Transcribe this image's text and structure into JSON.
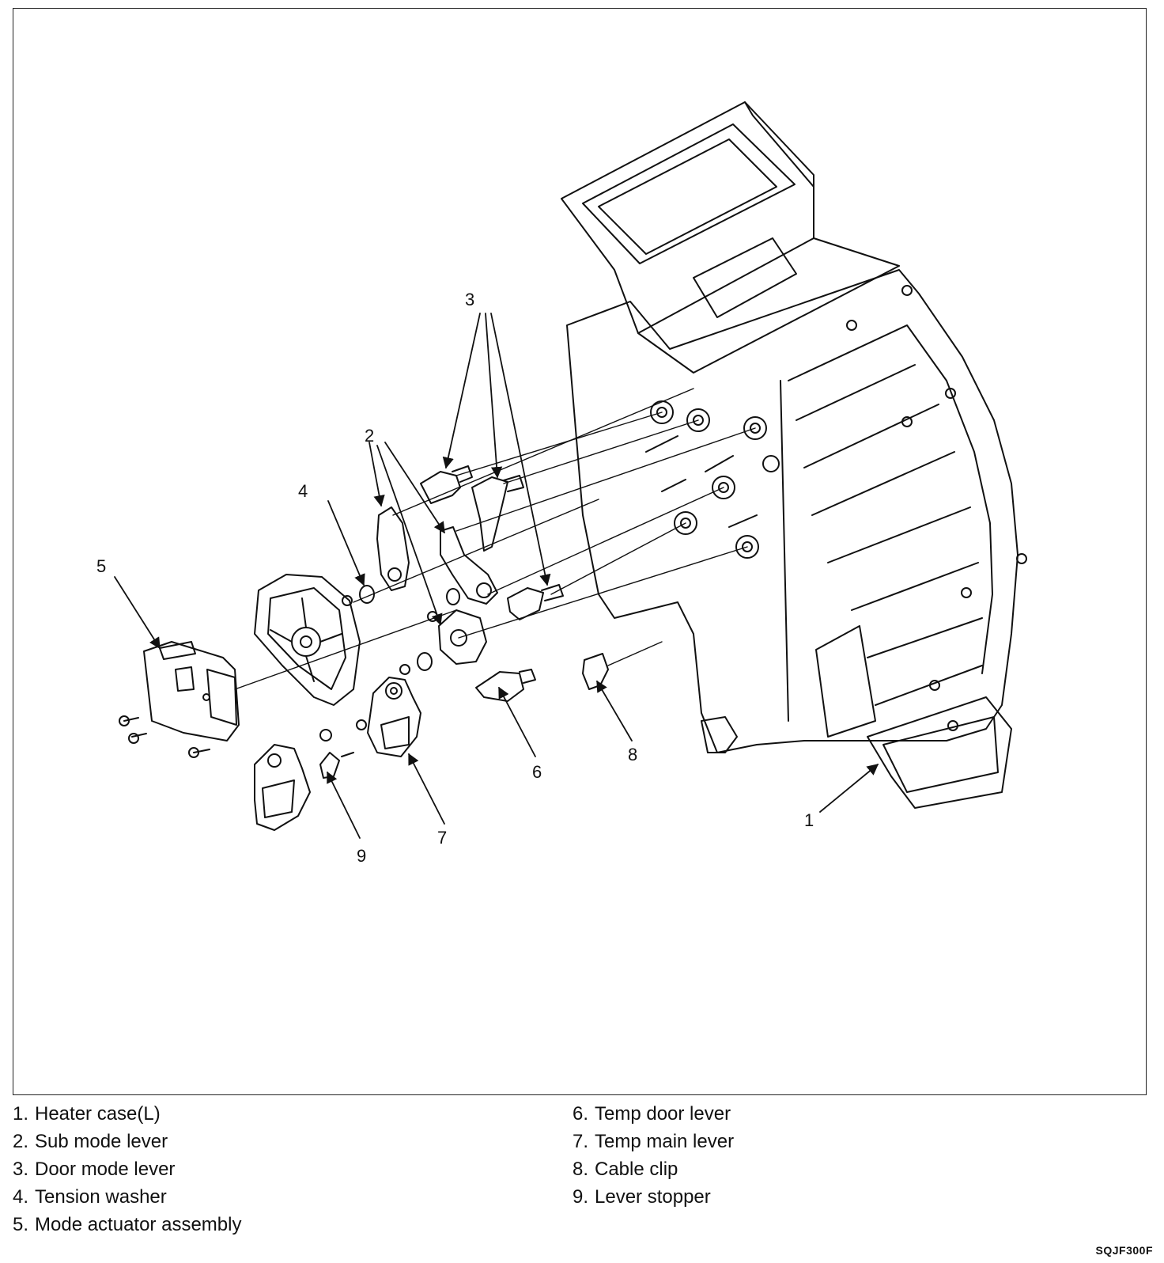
{
  "figure": {
    "callouts": [
      "1",
      "2",
      "3",
      "4",
      "5",
      "6",
      "7",
      "8",
      "9"
    ],
    "code": "SQJF300F",
    "line_color": "#111111"
  },
  "legend": {
    "left": [
      {
        "num": "1.",
        "label": "Heater case(L)"
      },
      {
        "num": "2.",
        "label": "Sub mode lever"
      },
      {
        "num": "3.",
        "label": "Door mode lever"
      },
      {
        "num": "4.",
        "label": "Tension washer"
      },
      {
        "num": "5.",
        "label": "Mode actuator assembly"
      }
    ],
    "right": [
      {
        "num": "6.",
        "label": "Temp door lever"
      },
      {
        "num": "7.",
        "label": "Temp main lever"
      },
      {
        "num": "8.",
        "label": "Cable clip"
      },
      {
        "num": "9.",
        "label": "Lever stopper"
      }
    ]
  }
}
